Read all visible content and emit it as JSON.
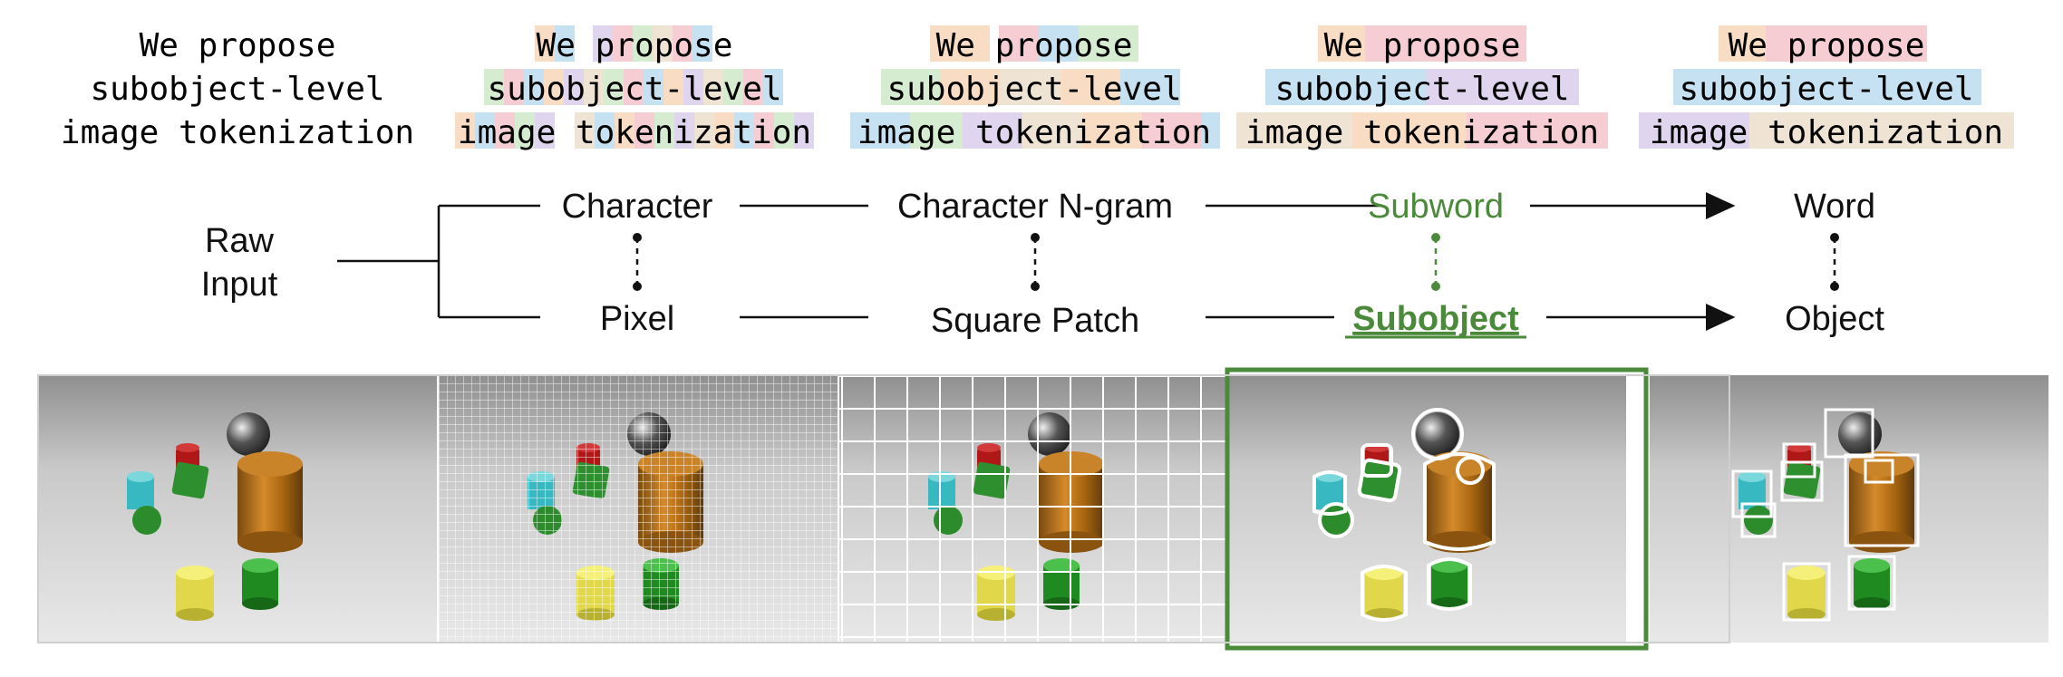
{
  "raw_input": [
    "Raw",
    "Input"
  ],
  "top_row": [
    "Character",
    "Character N-gram",
    "Subword",
    "Word"
  ],
  "bottom_row": [
    "Pixel",
    "Square Patch",
    "Subobject",
    "Object"
  ],
  "sentence_lines": [
    "We propose",
    "subobject-level",
    "image tokenization"
  ],
  "colors": {
    "highlight": "#4a8a3a",
    "tok_orange": "#f9dcc4",
    "tok_blue": "#c6e2f2",
    "tok_green": "#d5ecd0",
    "tok_pink": "#f6cdd2",
    "tok_purple": "#dfd5ef",
    "tok_tan": "#efe3d3"
  },
  "panels": [
    "raw-image",
    "pixel-grid-image",
    "square-patch-image",
    "subobject-image",
    "object-box-image"
  ]
}
